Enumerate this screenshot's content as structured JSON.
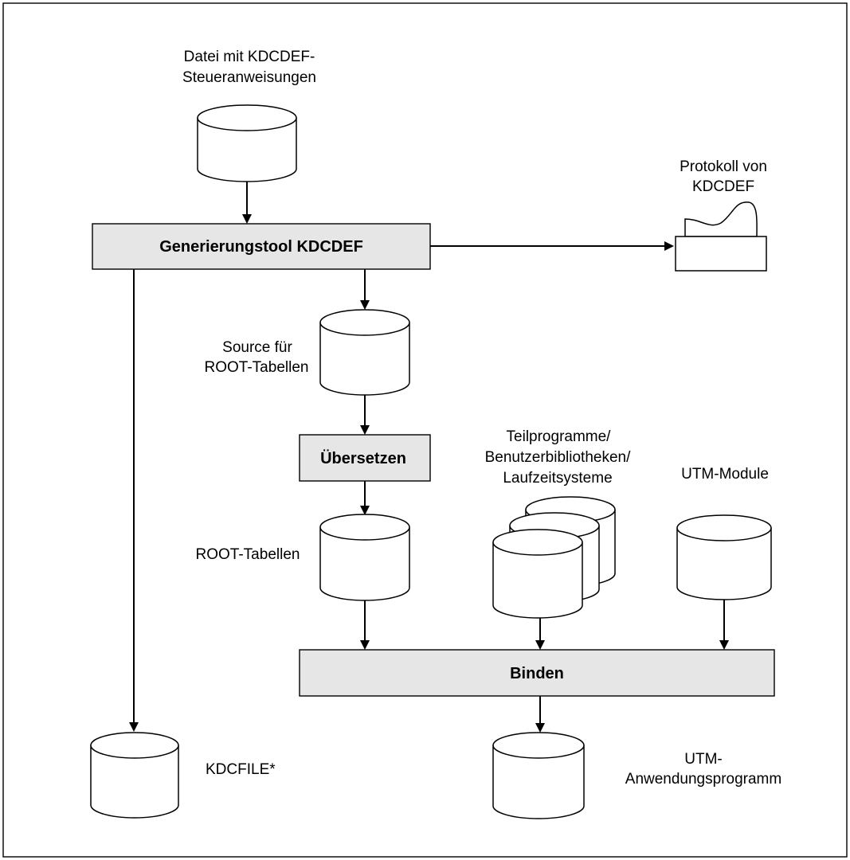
{
  "diagram": {
    "source_file_label_1": "Datei mit KDCDEF-",
    "source_file_label_2": "Steueranweisungen",
    "protocol_label_1": "Protokoll von",
    "protocol_label_2": "KDCDEF",
    "kdcdef_box": "Generierungstool KDCDEF",
    "root_source_label_1": "Source für",
    "root_source_label_2": "ROOT-Tabellen",
    "compile_box": "Übersetzen",
    "subprograms_label_1": "Teilprogramme/",
    "subprograms_label_2": "Benutzerbibliotheken/",
    "subprograms_label_3": "Laufzeitsysteme",
    "utm_modules_label": "UTM-Module",
    "root_tables_label": "ROOT-Tabellen",
    "link_box": "Binden",
    "kdcfile_label": "KDCFILE*",
    "utm_program_label_1": "UTM-",
    "utm_program_label_2": "Anwendungsprogramm"
  },
  "colors": {
    "box_fill": "#e6e6e6",
    "line": "#000000",
    "background": "#ffffff"
  }
}
